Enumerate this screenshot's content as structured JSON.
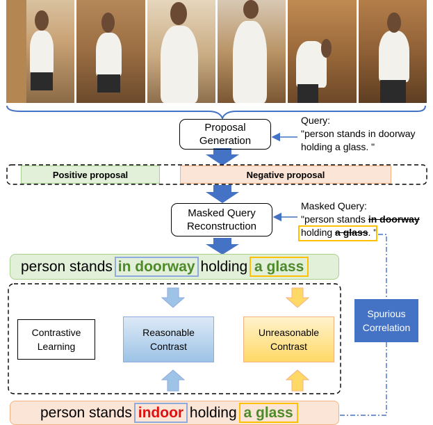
{
  "query": {
    "label": "Query:",
    "line1": "\"person stands in doorway",
    "line2": "holding a glass. \""
  },
  "proposal_generation": {
    "line1": "Proposal",
    "line2": "Generation"
  },
  "positive_proposal": "Positive proposal",
  "negative_proposal": "Negative proposal",
  "masked_query": {
    "label": "Masked Query:",
    "line1_prefix": "\"person stands ",
    "line1_masked": "in doorway",
    "line2_prefix": "holding ",
    "line2_masked": "a glass",
    "line2_suffix": ". \""
  },
  "masked_query_reconstruction": {
    "line1": "Masked Query",
    "line2": "Reconstruction"
  },
  "top_sentence": {
    "part1": "person stands ",
    "highlight1": "in doorway",
    "part2": " holding ",
    "highlight2": "a glass"
  },
  "contrastive_learning": {
    "line1": "Contrastive",
    "line2": "Learning"
  },
  "reasonable_contrast": {
    "line1": "Reasonable",
    "line2": "Contrast"
  },
  "unreasonable_contrast": {
    "line1": "Unreasonable",
    "line2": "Contrast"
  },
  "spurious_correlation": {
    "line1": "Spurious",
    "line2": "Correlation"
  },
  "bottom_sentence": {
    "part1": "person stands ",
    "highlight1": "indoor",
    "part2": " holding ",
    "highlight2": "a glass"
  },
  "colors": {
    "positive_fill": "#e2efd9",
    "positive_border": "#a9d18e",
    "negative_fill": "#fbe5d6",
    "negative_border": "#f4b183",
    "reasonable_fill": "#bdd7ee",
    "unreasonable_fill": "#ffd966",
    "spurious_fill": "#4472c4",
    "arrow_blue": "#4472c4",
    "highlight_blue": "#8faadc",
    "highlight_gold": "#ffc000",
    "green_text": "#4e8a2a",
    "red_text": "#e01010"
  }
}
